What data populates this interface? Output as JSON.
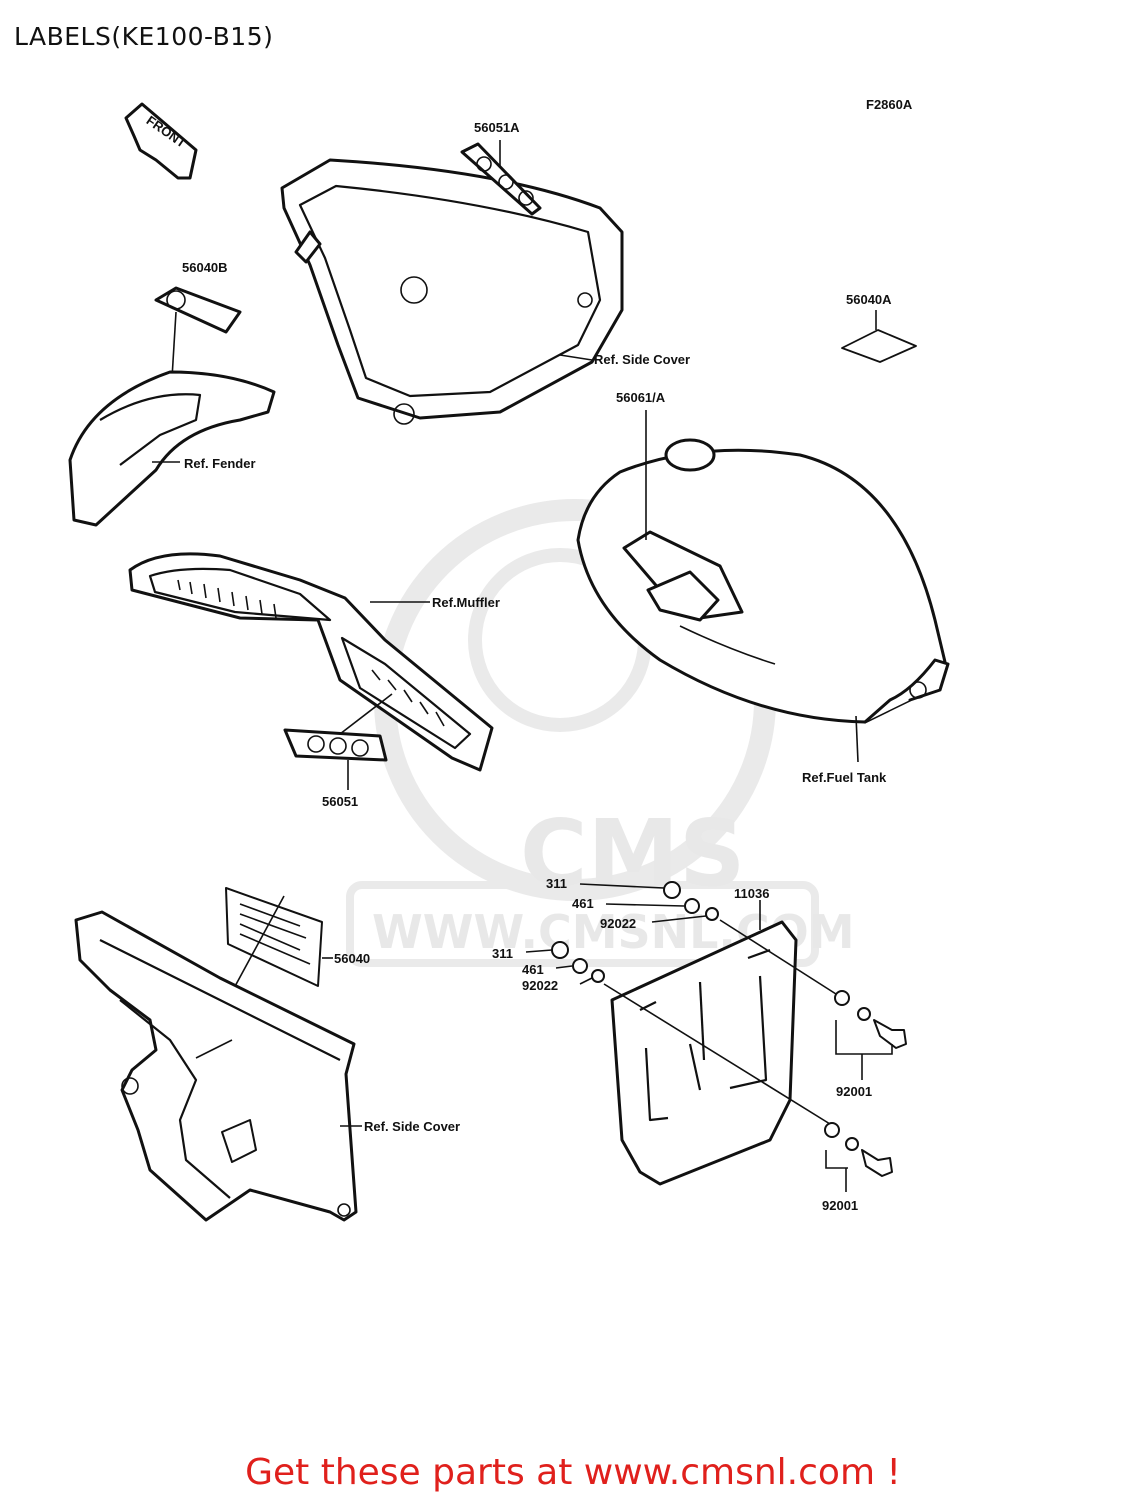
{
  "page": {
    "title": "LABELS(KE100-B15)",
    "figure_code": "F2860A",
    "footer": "Get these parts at www.cmsnl.com !"
  },
  "watermark": {
    "brand": "CMS",
    "url": "WWW.CMSNL.COM",
    "color": "#e6e6e6"
  },
  "callouts": {
    "front_arrow": "FRONT",
    "p56051A": "56051A",
    "p56040B": "56040B",
    "ref_side_cover_top": "Ref. Side Cover",
    "p56040A": "56040A",
    "p56061A": "56061/A",
    "ref_fender": "Ref. Fender",
    "ref_muffler": "Ref.Muffler",
    "ref_fuel_tank": "Ref.Fuel Tank",
    "p56051": "56051",
    "p56040": "56040",
    "ref_side_cover_bottom": "Ref. Side Cover",
    "p311_a": "311",
    "p461_a": "461",
    "p92022_a": "92022",
    "p11036": "11036",
    "p311_b": "311",
    "p461_b": "461",
    "p92022_b": "92022",
    "p92001_a": "92001",
    "p92001_b": "92001"
  },
  "colors": {
    "line": "#111111",
    "footer": "#e0201c"
  }
}
